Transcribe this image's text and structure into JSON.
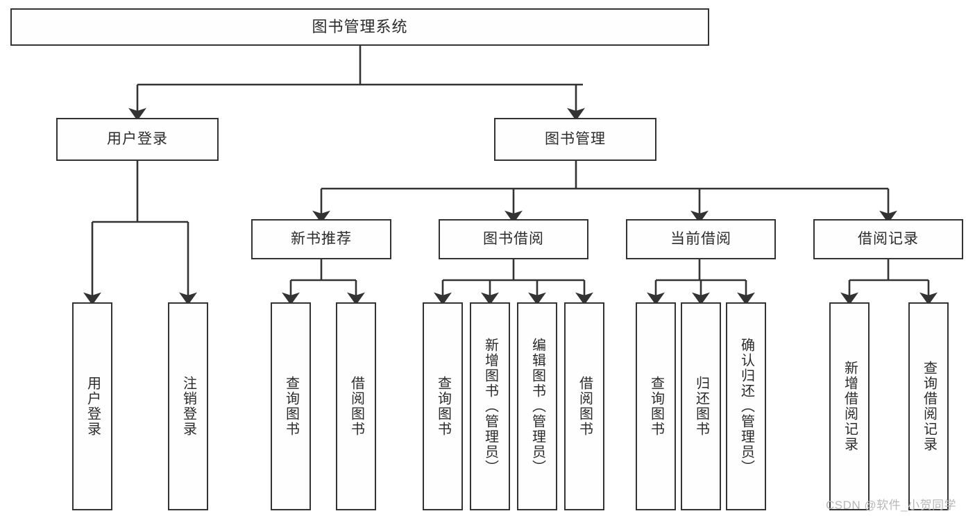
{
  "diagram": {
    "title": "图书管理系统",
    "root": {
      "label": "图书管理系统"
    },
    "level2": [
      {
        "label": "用户登录"
      },
      {
        "label": "图书管理"
      }
    ],
    "level3": [
      {
        "label": "新书推荐"
      },
      {
        "label": "图书借阅"
      },
      {
        "label": "当前借阅"
      },
      {
        "label": "借阅记录"
      }
    ],
    "leaves": {
      "user_login": [
        {
          "label": "用户登录"
        },
        {
          "label": "注销登录"
        }
      ],
      "new_book_recommend": [
        {
          "label": "查询图书"
        },
        {
          "label": "借阅图书"
        }
      ],
      "book_borrow": [
        {
          "label": "查询图书"
        },
        {
          "label": "新增图书（管理员）"
        },
        {
          "label": "编辑图书（管理员）"
        },
        {
          "label": "借阅图书"
        }
      ],
      "current_borrow": [
        {
          "label": "查询图书"
        },
        {
          "label": "归还图书"
        },
        {
          "label": "确认归还（管理员）"
        }
      ],
      "borrow_record": [
        {
          "label": "新增借阅记录"
        },
        {
          "label": "查询借阅记录"
        }
      ]
    },
    "watermark": "CSDN @软件_小贺同学",
    "colors": {
      "border": "#333333",
      "text": "#2b2b2b",
      "background": "#ffffff",
      "watermark": "#b8b8b8"
    }
  }
}
